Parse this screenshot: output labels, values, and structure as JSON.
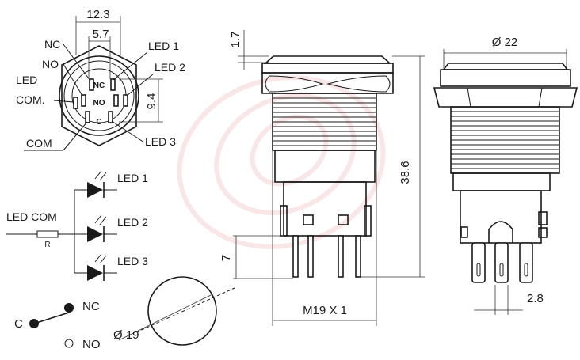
{
  "labels": {
    "dim_12_3": "12.3",
    "dim_5_7": "5.7",
    "nc": "NC",
    "no": "NO",
    "led": "LED",
    "com_dot": "COM.",
    "com": "COM",
    "led1": "LED 1",
    "led2": "LED 2",
    "led3": "LED 3",
    "dim_9_4": "9.4",
    "pin_nc": "NC",
    "pin_no": "NO",
    "pin_c": "C",
    "dim_1_7": "1.7",
    "dim_38_6": "38.6",
    "dim_7": "7",
    "dim_m19": "M19 X 1",
    "dim_dia22": "Ø 22",
    "dim_2_8": "2.8",
    "dim_dia19": "Ø 19",
    "sch_led1": "LED 1",
    "sch_led2": "LED 2",
    "sch_led3": "LED 3",
    "sch_ledcom": "LED COM",
    "sch_r": "R",
    "sw_nc": "NC",
    "sw_c": "C",
    "sw_no": "NO"
  },
  "colors": {
    "line": "#1a1a1a",
    "watermark": "#f2c7c7"
  }
}
